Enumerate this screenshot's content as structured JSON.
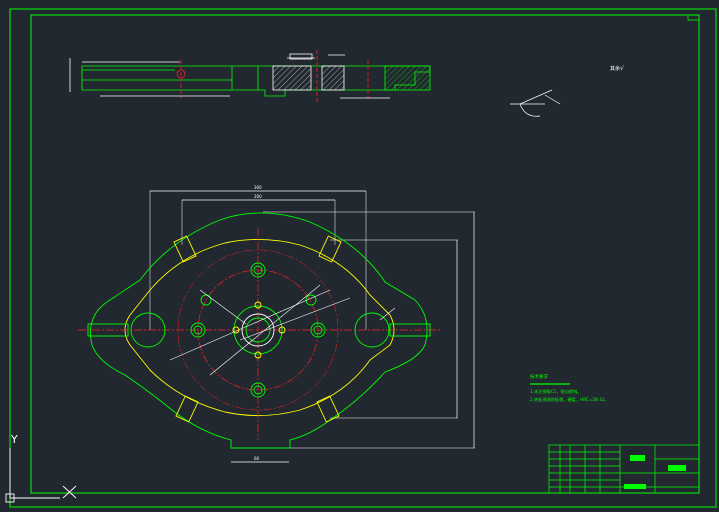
{
  "colors": {
    "background": "#212830",
    "border": "#00ff00",
    "outline": "#00ff00",
    "dimension": "#ffffff",
    "centerline": "#ff2020",
    "slot": "#ffff00",
    "hole": "#ffff00"
  },
  "ucs_icon": {
    "x_label": "X",
    "y_label": "Y"
  },
  "notes": {
    "heading": "技术要求",
    "lines": [
      "1.未注倒角C1，锐边倒钝。",
      "2.热处理调质处理，硬度，HRC=28-32。"
    ]
  },
  "roughness": {
    "label": "其余",
    "value": "√"
  },
  "dimensions": {
    "width_overall": "300",
    "width_inner": "200",
    "height_overall": "",
    "height_inner": "",
    "bottom_width": "60"
  },
  "title_block": {
    "part_name": "",
    "drawing_no": ""
  }
}
